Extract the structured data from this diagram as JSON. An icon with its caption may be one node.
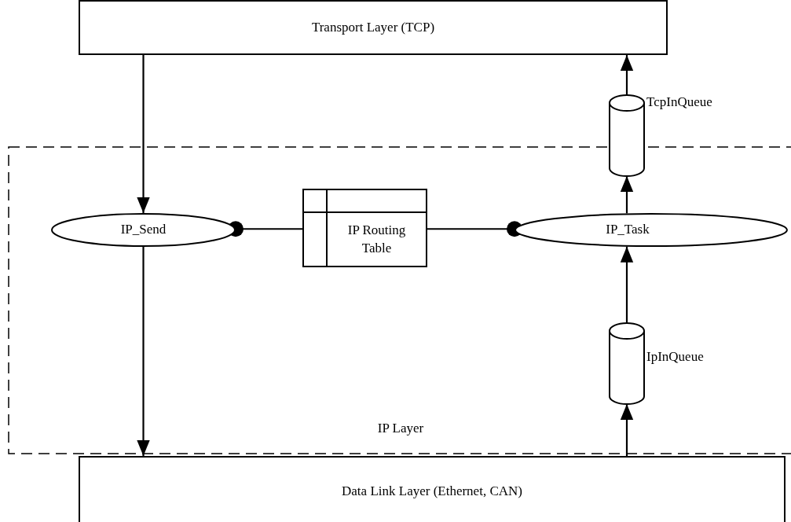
{
  "diagram": {
    "nodes": [
      {
        "text": [
          "Transport Layer (TCP)"
        ]
      },
      {
        "text": [
          "IP Layer"
        ]
      },
      {
        "text": [
          "IP_Send"
        ],
        "in": 1
      },
      {
        "text": [
          "IP Routing Table"
        ],
        "in": 1
      },
      {
        "text": [
          "IP_Task"
        ],
        "in": 1
      },
      {
        "text": [],
        "shape": "cylinder",
        "beside": [
          "TcpInQueue"
        ]
      },
      {
        "text": [],
        "shape": "cylinder",
        "beside": [
          "IpInQueue"
        ],
        "in": 1
      },
      {
        "text": [
          "Data Link Layer (Ethernet, CAN)"
        ]
      }
    ],
    "edges": [
      {
        "from": 0,
        "to": 2,
        "arrow": "to"
      },
      {
        "from": 2,
        "to": 7,
        "arrow": "to"
      },
      {
        "from": 7,
        "to": 6,
        "arrow": "to"
      },
      {
        "from": 6,
        "to": 4,
        "arrow": "to"
      },
      {
        "from": 4,
        "to": 5,
        "arrow": "to"
      },
      {
        "from": 5,
        "to": 0,
        "arrow": "to"
      },
      {
        "from": 2,
        "to": 3,
        "arrow": "other"
      },
      {
        "from": 4,
        "to": 3,
        "arrow": "other"
      }
    ]
  }
}
